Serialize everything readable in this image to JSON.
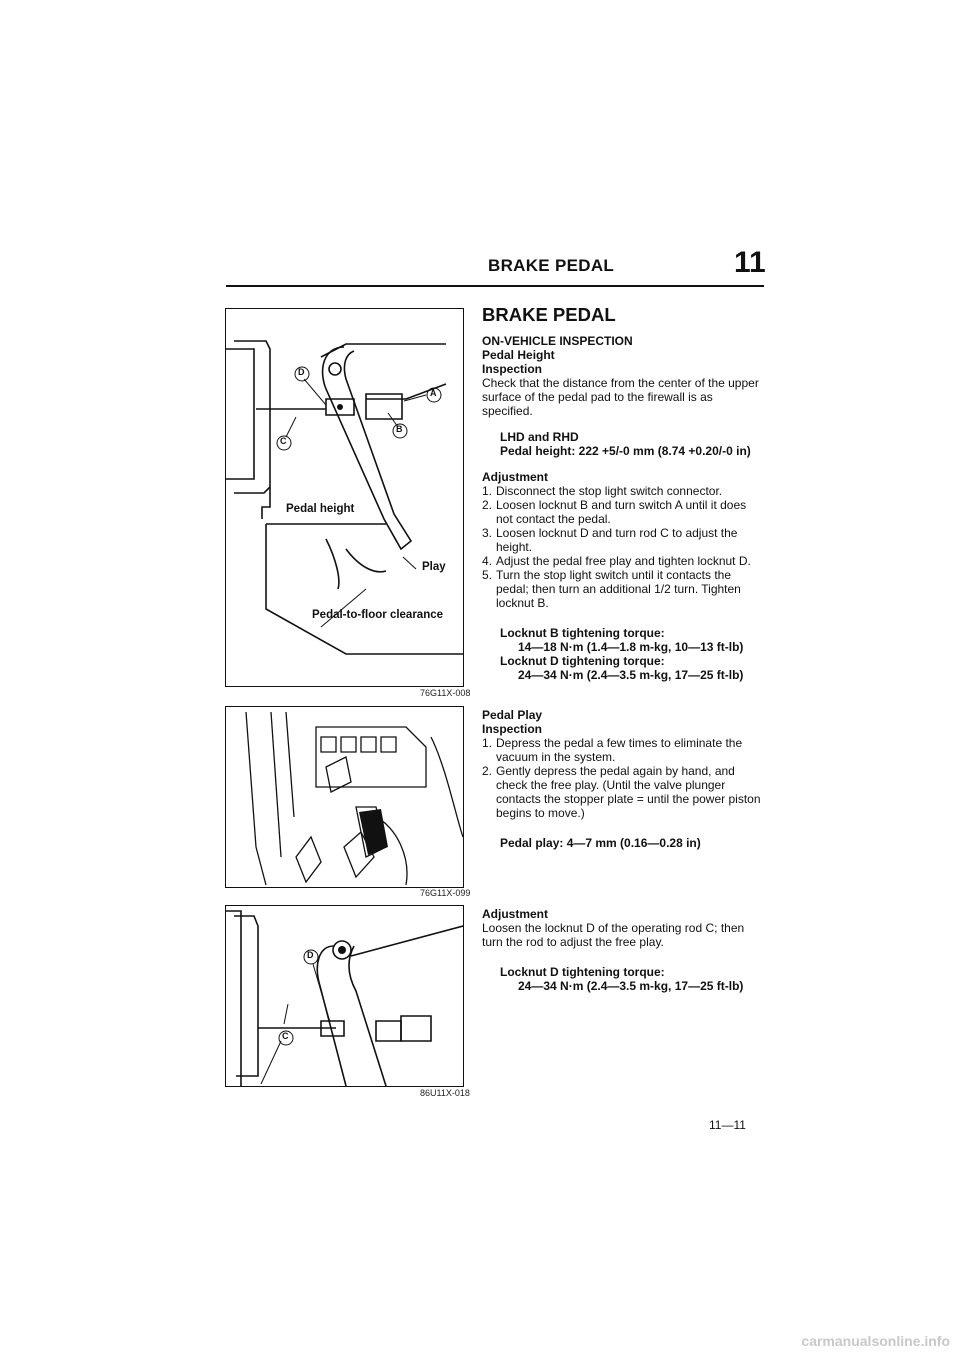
{
  "header": {
    "title": "BRAKE PEDAL",
    "chapter": "11"
  },
  "figures": [
    {
      "code": "76G11X-008",
      "labels": {
        "d": "D",
        "a": "A",
        "c": "C",
        "b": "B",
        "pedal_height": "Pedal height",
        "play": "Play",
        "floor_clearance": "Pedal-to-floor clearance"
      }
    },
    {
      "code": "76G11X-099"
    },
    {
      "code": "86U11X-018",
      "labels": {
        "d": "D",
        "c": "C"
      }
    }
  ],
  "content": {
    "title": "BRAKE PEDAL",
    "section": "ON-VEHICLE INSPECTION",
    "pedal_height_heading": "Pedal Height",
    "inspection_heading": "Inspection",
    "inspection_text": "Check that the distance from the center of the upper surface of the pedal pad to the firewall is as specified.",
    "spec_lhd": "LHD and RHD",
    "spec_height": "Pedal height: 222 +5/-0 mm (8.74 +0.20/-0 in)",
    "adjustment_heading": "Adjustment",
    "adjustment_steps": [
      "Disconnect the stop light switch connector.",
      "Loosen locknut B and turn switch A until it does not contact the pedal.",
      "Loosen locknut D and turn rod C to adjust the height.",
      "Adjust the pedal free play and tighten locknut D.",
      "Turn the stop light switch until it contacts the pedal; then turn an additional 1/2 turn. Tighten locknut B."
    ],
    "torque_b_label": "Locknut B tightening torque:",
    "torque_b_value": "14—18 N·m (1.4—1.8 m-kg, 10—13 ft-lb)",
    "torque_d_label": "Locknut D tightening torque:",
    "torque_d_value": "24—34 N·m (2.4—3.5 m-kg, 17—25 ft-lb)",
    "play_heading": "Pedal Play",
    "play_inspection_heading": "Inspection",
    "play_steps": [
      "Depress the pedal a few times to eliminate the vacuum in the system.",
      "Gently depress the pedal again by hand, and check the free play. (Until the valve plunger contacts the stopper plate = until the power piston begins to move.)"
    ],
    "play_spec": "Pedal play: 4—7 mm (0.16—0.28 in)",
    "adj2_heading": "Adjustment",
    "adj2_text": "Loosen the locknut D of the operating rod C; then turn the rod to adjust the free play.",
    "torque_d2_label": "Locknut D tightening torque:",
    "torque_d2_value": "24—34 N·m (2.4—3.5 m-kg, 17—25 ft-lb)"
  },
  "footer": {
    "page": "11—11",
    "watermark": "carmanualsonline.info"
  }
}
